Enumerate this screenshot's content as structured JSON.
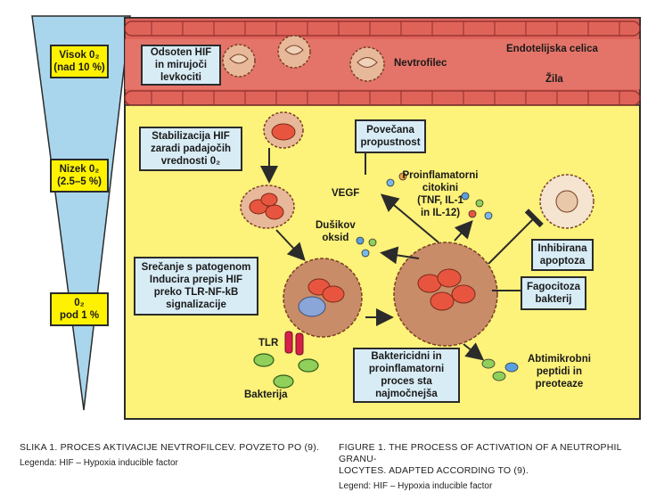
{
  "levels": {
    "high": "Visok 0₂\n(nad 10 %)",
    "low": "Nizek 0₂\n(2.5–5 %)",
    "very_low": "0₂\npod 1 %"
  },
  "labels": {
    "hif_absent": "Odsoten HIF\nin mirujoči\nlevkociti",
    "neutrophil": "Nevtrofilec",
    "endothelial": "Endotelijska celica",
    "vessel": "Žila",
    "hif_stabilization": "Stabilizacija HIF\nzaradi padajočih\nvrednosti 0₂",
    "permeability": "Povečana\npropustnost",
    "vegf": "VEGF",
    "cytokines": "Proinflamatorni\ncitokini\n(TNF, IL-1\nin IL-12)",
    "nitric_oxide": "Dušikov\noksid",
    "pathogen": "Srečanje s patogenom\nInducira prepis HIF\npreko TLR-NF-kB\nsignalizacije",
    "apoptosis": "Inhibirana\napoptoza",
    "phagocytosis": "Fagocitoza\nbakterij",
    "tlr": "TLR",
    "bacteria": "Bakterija",
    "bactericidal": "Baktericidni in\nproinflamatorni\nproces sta\nnajmočnejša",
    "antimicrobial": "Abtimikrobni\npeptidi in\npreoteaze"
  },
  "caption": {
    "slo_title": "SLIKA 1. PROCES AKTIVACIJE NEVTROFILCEV. POVZETO PO (9).",
    "slo_legend": "Legenda: HIF – Hypoxia inducible factor",
    "en_title_line1": "FIGURE 1. THE PROCESS OF ACTIVATION OF A NEUTROPHIL GRANU-",
    "en_title_line2": "LOCYTES. ADAPTED ACCORDING TO (9).",
    "en_legend": "Legend: HIF – Hypoxia inducible factor"
  },
  "colors": {
    "vessel_red": "#e0635a",
    "yellow_bg": "#fdf27a",
    "box_blue": "#d8ecf6",
    "label_yellow": "#fff200",
    "cell_brown": "#c98c68"
  }
}
